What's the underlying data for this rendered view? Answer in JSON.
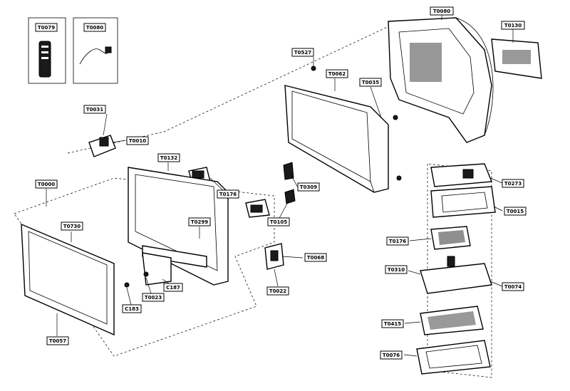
{
  "labels": {
    "remote": "T0079",
    "power_cord": "T0080",
    "rear_cover": "T0080",
    "board_top_right": "T0130",
    "screw_top": "T0527",
    "lcd_panel": "T0062",
    "panel_bracket": "T0035",
    "speaker_left": "T0031",
    "speaker_left_part": "T0010",
    "frame": "T0132",
    "front_group": "T0000",
    "bezel": "T0730",
    "stand_screw": "T0057",
    "speaker_bar": "T0176",
    "bracket_small": "T0299",
    "clip_a": "T0309",
    "clip_b": "T0105",
    "small_board": "T0068",
    "small_board_part": "T0022",
    "stand": "C187",
    "stand_screw_a": "C183",
    "stand_screw_b": "T0023",
    "chassis_top": "T0273",
    "chassis_shield": "T0015",
    "board_a": "T0176",
    "board_b": "T0310",
    "board_c": "T0074",
    "board_d": "T0415",
    "chassis_base": "T0076"
  }
}
